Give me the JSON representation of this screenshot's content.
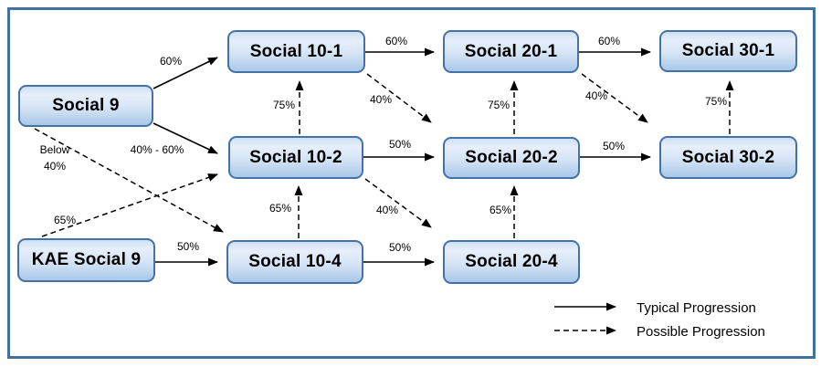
{
  "diagram": {
    "nodes": {
      "social_9": {
        "label": "Social 9"
      },
      "kae_social_9": {
        "label": "KAE Social 9"
      },
      "social_10_1": {
        "label": "Social 10-1"
      },
      "social_10_2": {
        "label": "Social 10-2"
      },
      "social_10_4": {
        "label": "Social 10-4"
      },
      "social_20_1": {
        "label": "Social 20-1"
      },
      "social_20_2": {
        "label": "Social 20-2"
      },
      "social_20_4": {
        "label": "Social 20-4"
      },
      "social_30_1": {
        "label": "Social 30-1"
      },
      "social_30_2": {
        "label": "Social 30-2"
      }
    },
    "edges": {
      "s9_10_1": {
        "from": "social_9",
        "to": "social_10_1",
        "label": "60%",
        "type": "typical"
      },
      "s9_10_2": {
        "from": "social_9",
        "to": "social_10_2",
        "label": "40% - 60%",
        "type": "typical"
      },
      "s9_10_4": {
        "from": "social_9",
        "to": "social_10_4",
        "label": "Below 40%",
        "label_lines": [
          "Below",
          "40%"
        ],
        "type": "possible"
      },
      "kae_10_4": {
        "from": "kae_social_9",
        "to": "social_10_4",
        "label": "50%",
        "type": "typical"
      },
      "kae_10_2": {
        "from": "kae_social_9",
        "to": "social_10_2",
        "label": "65%",
        "type": "possible"
      },
      "s10_2_10_1": {
        "from": "social_10_2",
        "to": "social_10_1",
        "label": "75%",
        "type": "possible"
      },
      "s10_4_10_2": {
        "from": "social_10_4",
        "to": "social_10_2",
        "label": "65%",
        "type": "possible"
      },
      "s10_1_20_1": {
        "from": "social_10_1",
        "to": "social_20_1",
        "label": "60%",
        "type": "typical"
      },
      "s10_1_20_2": {
        "from": "social_10_1",
        "to": "social_20_2",
        "label": "40%",
        "type": "possible"
      },
      "s10_2_20_2": {
        "from": "social_10_2",
        "to": "social_20_2",
        "label": "50%",
        "type": "typical"
      },
      "s10_2_20_4": {
        "from": "social_10_2",
        "to": "social_20_4",
        "label": "40%",
        "type": "possible"
      },
      "s10_4_20_4": {
        "from": "social_10_4",
        "to": "social_20_4",
        "label": "50%",
        "type": "typical"
      },
      "s20_2_20_1": {
        "from": "social_20_2",
        "to": "social_20_1",
        "label": "75%",
        "type": "possible"
      },
      "s20_4_20_2": {
        "from": "social_20_4",
        "to": "social_20_2",
        "label": "65%",
        "type": "possible"
      },
      "s20_1_30_1": {
        "from": "social_20_1",
        "to": "social_30_1",
        "label": "60%",
        "type": "typical"
      },
      "s20_1_30_2": {
        "from": "social_20_1",
        "to": "social_30_2",
        "label": "40%",
        "type": "possible"
      },
      "s20_2_30_2": {
        "from": "social_20_2",
        "to": "social_30_2",
        "label": "50%",
        "type": "typical"
      },
      "s30_2_30_1": {
        "from": "social_30_2",
        "to": "social_30_1",
        "label": "75%",
        "type": "possible"
      }
    },
    "legend": {
      "typical": "Typical Progression",
      "possible": "Possible Progression"
    }
  },
  "colors": {
    "frame_border": "#41719c",
    "node_border": "#4472a4",
    "node_fill_top": "#cfe0f3",
    "node_fill_light": "#e6effb",
    "node_fill_bottom": "#a9c8e9",
    "arrow": "#000000"
  }
}
